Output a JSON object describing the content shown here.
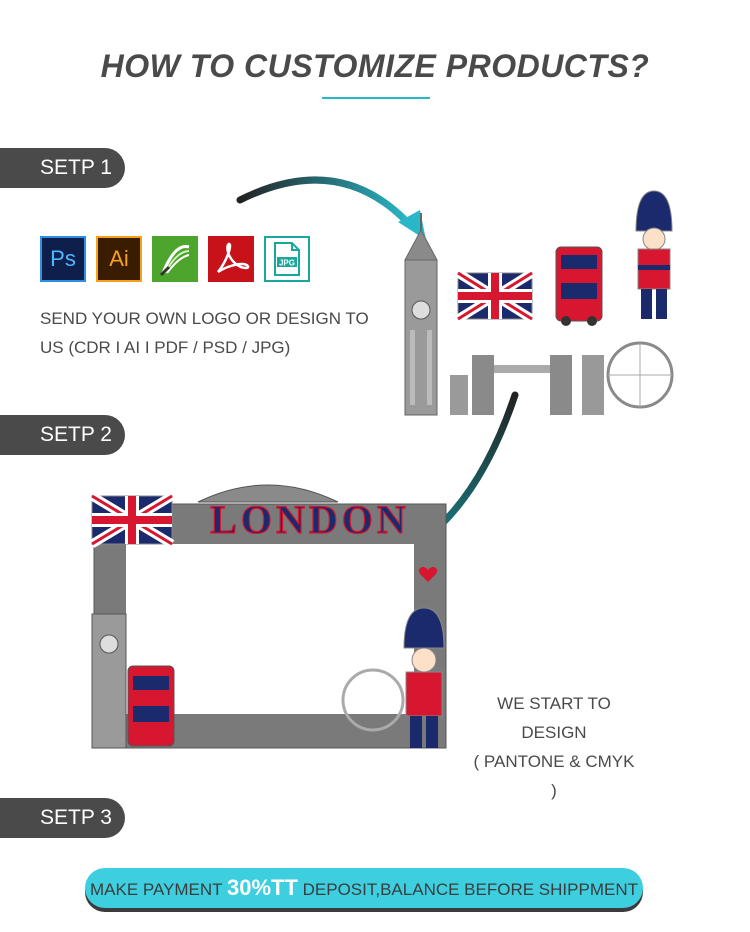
{
  "title": "HOW TO CUSTOMIZE PRODUCTS?",
  "steps": [
    {
      "label": "SETP 1"
    },
    {
      "label": "SETP 2"
    },
    {
      "label": "SETP 3"
    }
  ],
  "file_icons": [
    {
      "name": "photoshop-icon",
      "text": "Ps"
    },
    {
      "name": "illustrator-icon",
      "text": "Ai"
    },
    {
      "name": "coreldraw-icon",
      "text": ""
    },
    {
      "name": "pdf-icon",
      "text": ""
    },
    {
      "name": "jpg-file-icon",
      "text": "JPG"
    }
  ],
  "step1_text": {
    "line1": "SEND YOUR OWN LOGO OR DESIGN TO",
    "line2": "US (CDR I AI I PDF / PSD / JPG)"
  },
  "step2_text": {
    "line1": "WE START TO DESIGN",
    "line2": "( PANTONE & CMYK )"
  },
  "frame_word": "LONDON",
  "payment": {
    "prefix": "MAKE PAYMENT ",
    "highlight": "30%TT",
    "suffix": " DEPOSIT,BALANCE BEFORE SHIPPMENT"
  },
  "colors": {
    "accent": "#2ab8c8",
    "tab": "#4a4a4a",
    "union_red": "#d7172f",
    "union_blue": "#1a2a6c"
  }
}
